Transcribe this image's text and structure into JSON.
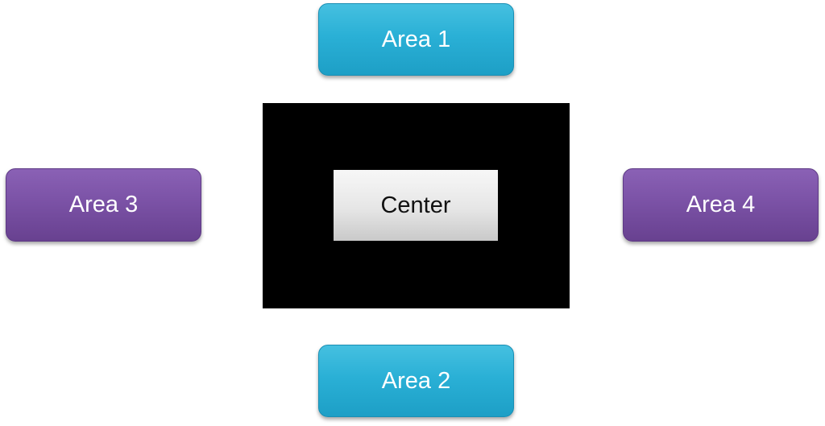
{
  "boxes": {
    "area1": "Area 1",
    "area2": "Area 2",
    "area3": "Area 3",
    "area4": "Area 4",
    "center": "Center"
  },
  "colors": {
    "cyan_box": "#2ab0d6",
    "purple_box": "#7b52a6",
    "center_panel": "#000000",
    "center_box": "#e6e6e6"
  }
}
